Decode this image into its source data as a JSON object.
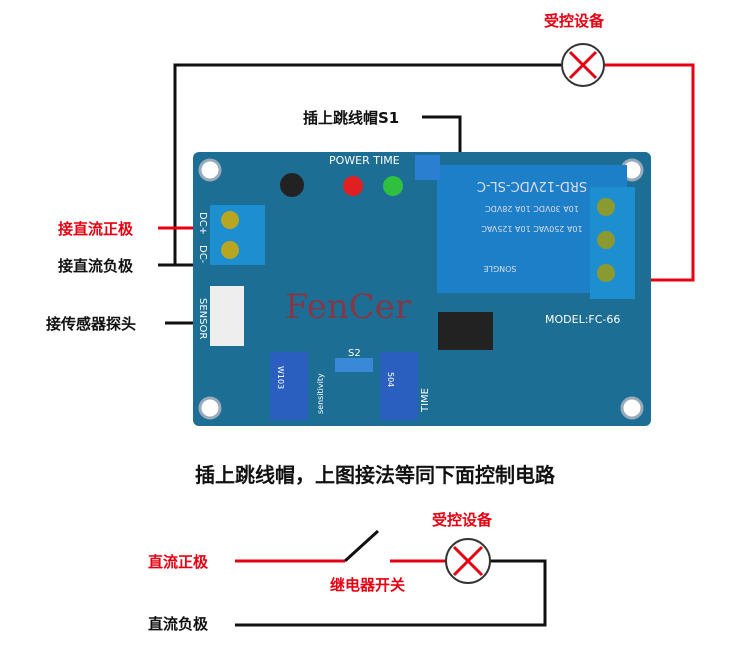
{
  "top": {
    "device_label": "受控设备",
    "jumper_label": "插上跳线帽S1",
    "dc_pos_label": "接直流正极",
    "dc_neg_label": "接直流负极",
    "sensor_label": "接传感器探头"
  },
  "board": {
    "power_time": "POWER TIME",
    "relay_line1": "SRD-12VDC-SL-C",
    "relay_line2": "10A 250VAC 10A 125VAC",
    "relay_line3": "10A 30VDC 10A 28VDC",
    "relay_brand": "SONGLE",
    "model": "MODEL:FC-66",
    "dc_plus": "DC+",
    "dc_minus": "DC-",
    "sensor": "SENSOR",
    "s2": "S2",
    "sensitivity": "sensitivity",
    "time": "TIME",
    "pot1": "W103",
    "pot2": "504",
    "watermark": "FenCer"
  },
  "caption": "插上跳线帽，上图接法等同下面控制电路",
  "bottom": {
    "device_label": "受控设备",
    "dc_pos_label": "直流正极",
    "dc_neg_label": "直流负极",
    "relay_switch_label": "继电器开关"
  },
  "colors": {
    "wire_red": "#e60012",
    "wire_black": "#111111",
    "board": "#1c6e95",
    "terminal": "#1d8fd0"
  }
}
